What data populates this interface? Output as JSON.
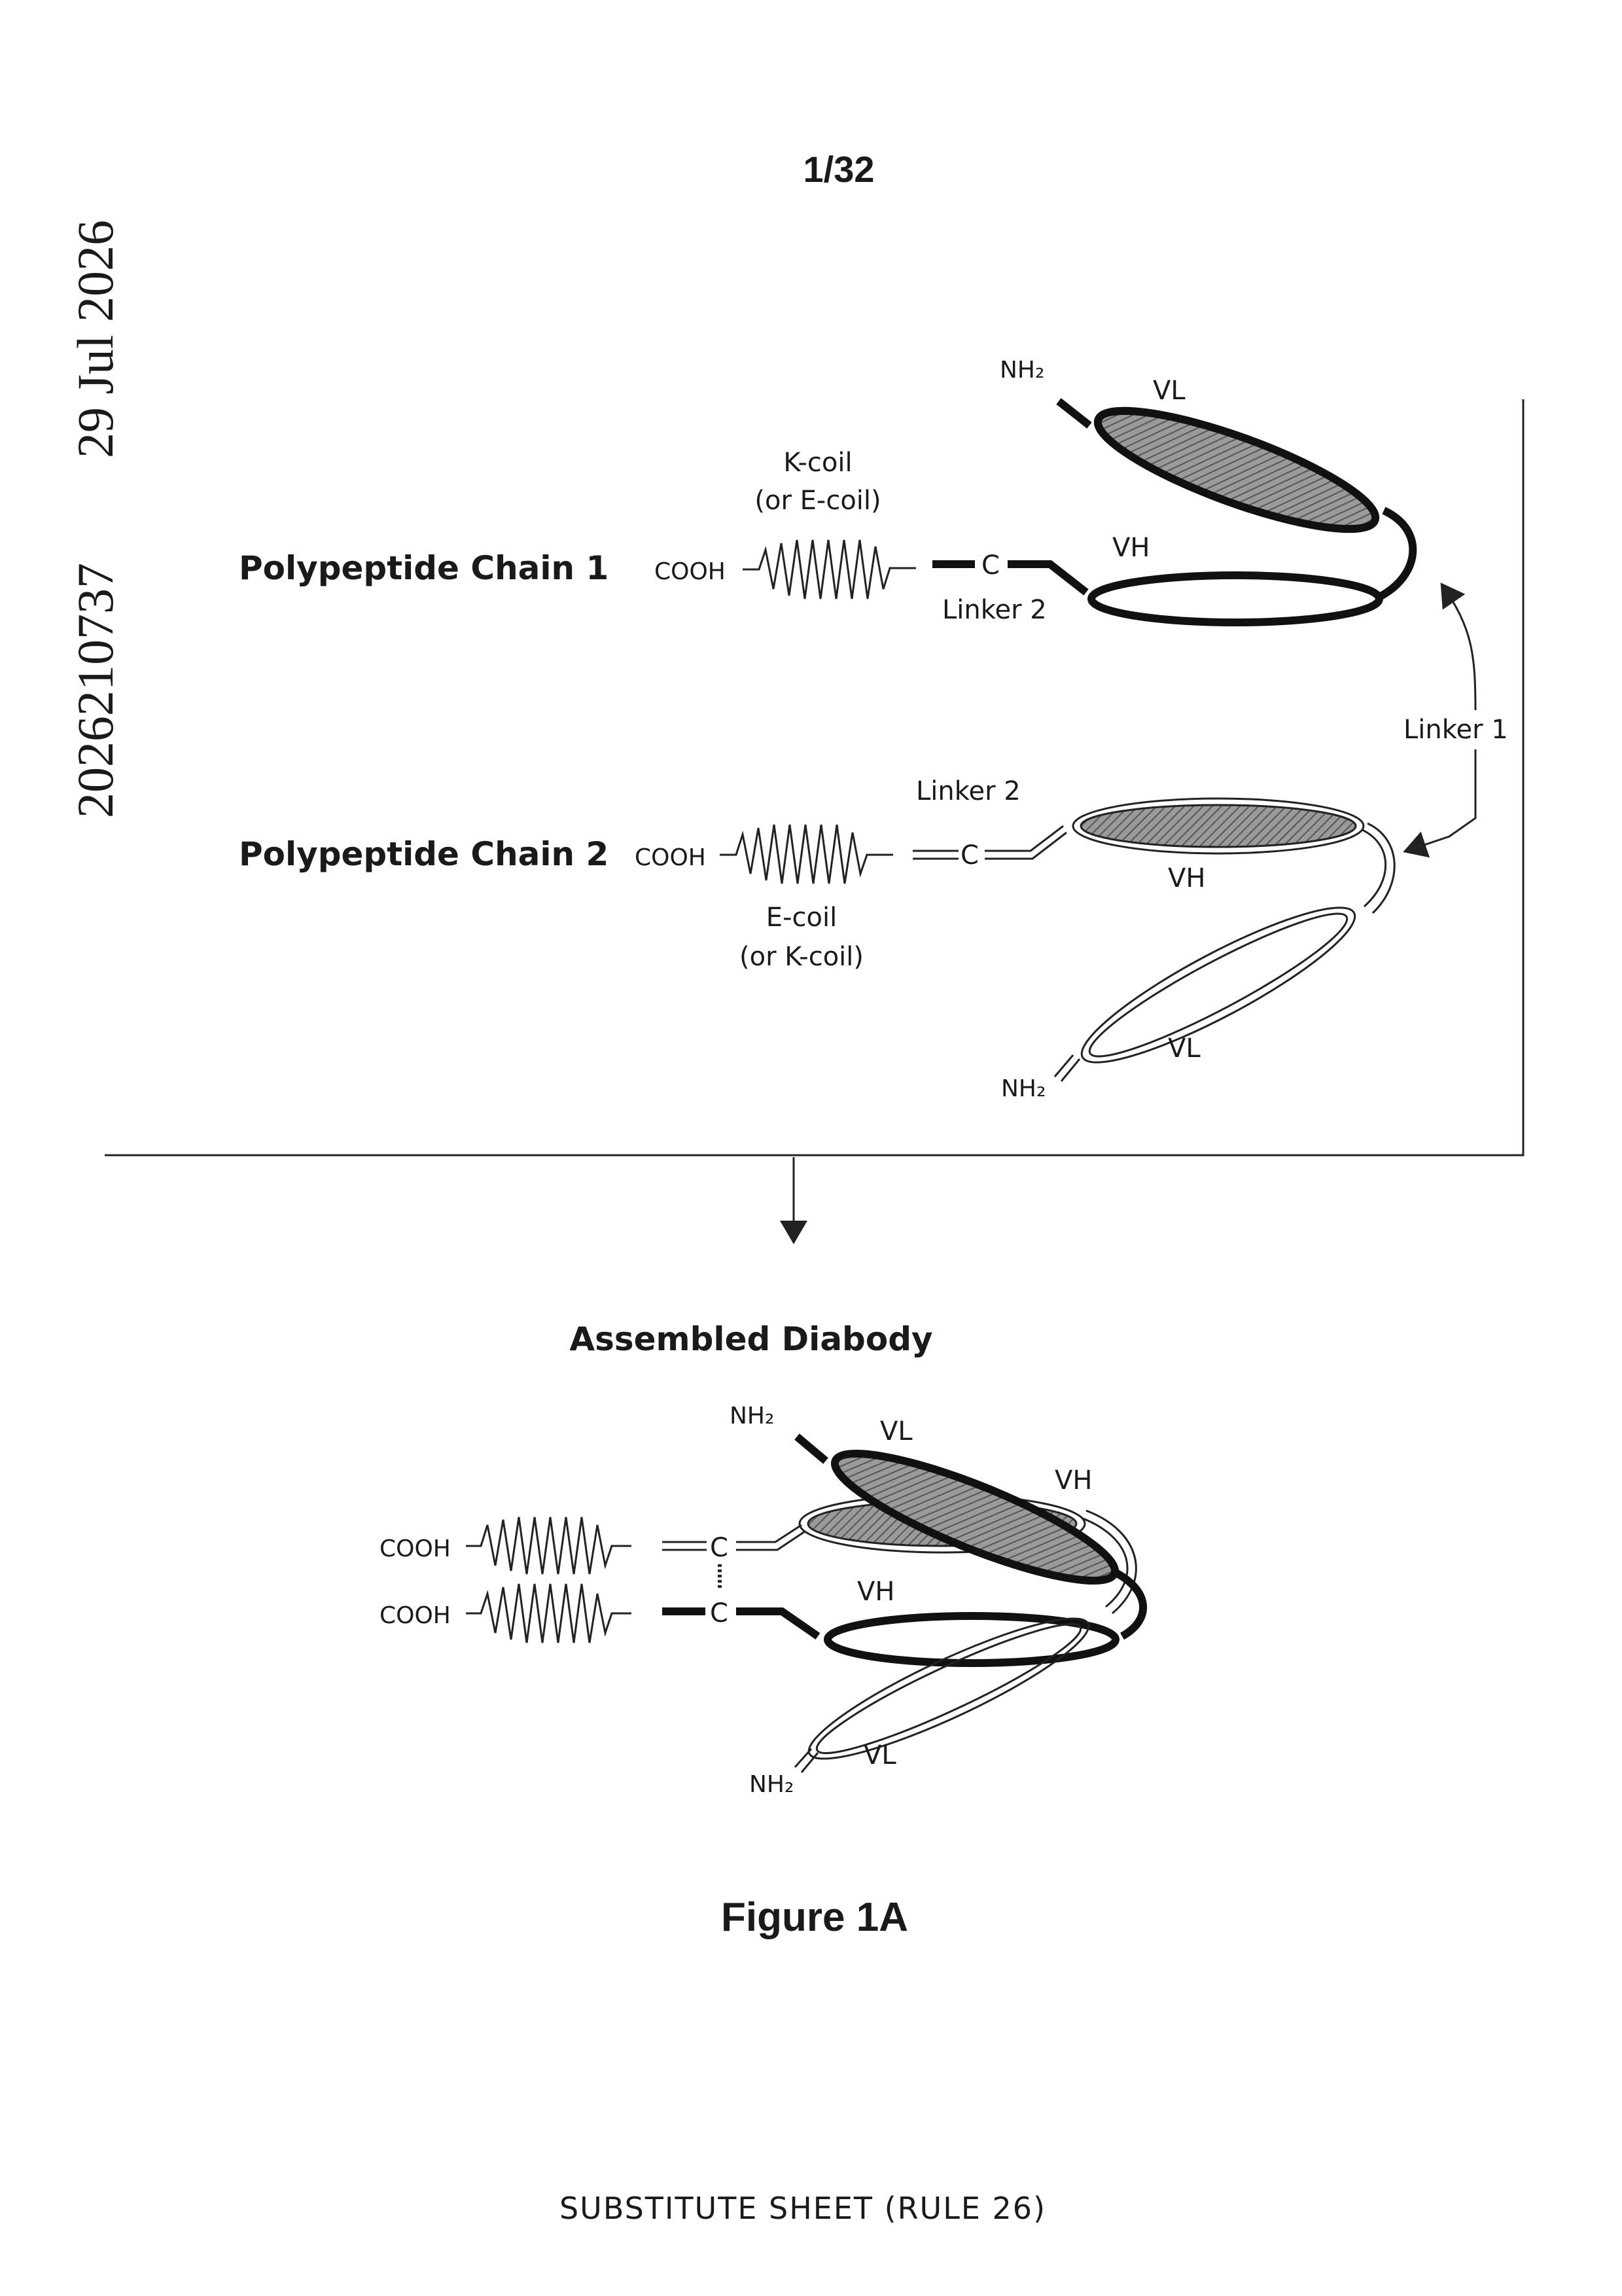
{
  "page_number": "1/32",
  "side_margin": {
    "date": "29 Jul 2026",
    "application_number": "2026210737"
  },
  "chain1": {
    "title": "Polypeptide Chain 1",
    "cooh": "COOH",
    "coil_label_1": "K-coil",
    "coil_label_2": "(or E-coil)",
    "c_label": "C",
    "linker2": "Linker 2",
    "nh2": "NH₂",
    "vl": "VL",
    "vh": "VH"
  },
  "linker1": "Linker 1",
  "chain2": {
    "title": "Polypeptide Chain 2",
    "cooh": "COOH",
    "coil_label_1": "E-coil",
    "coil_label_2": "(or K-coil)",
    "c_label": "C",
    "linker2": "Linker 2",
    "nh2": "NH₂",
    "vl": "VL",
    "vh": "VH"
  },
  "diabody": {
    "title": "Assembled Diabody",
    "cooh_top": "COOH",
    "cooh_bottom": "COOH",
    "c_top": "C",
    "c_bottom": "C",
    "nh2_top": "NH₂",
    "nh2_bottom": "NH₂",
    "vl_top": "VL",
    "vh_top": "VH",
    "vh_mid": "VH",
    "vl_bottom": "VL"
  },
  "figure_caption": "Figure 1A",
  "footer": "SUBSTITUTE SHEET (RULE 26)"
}
